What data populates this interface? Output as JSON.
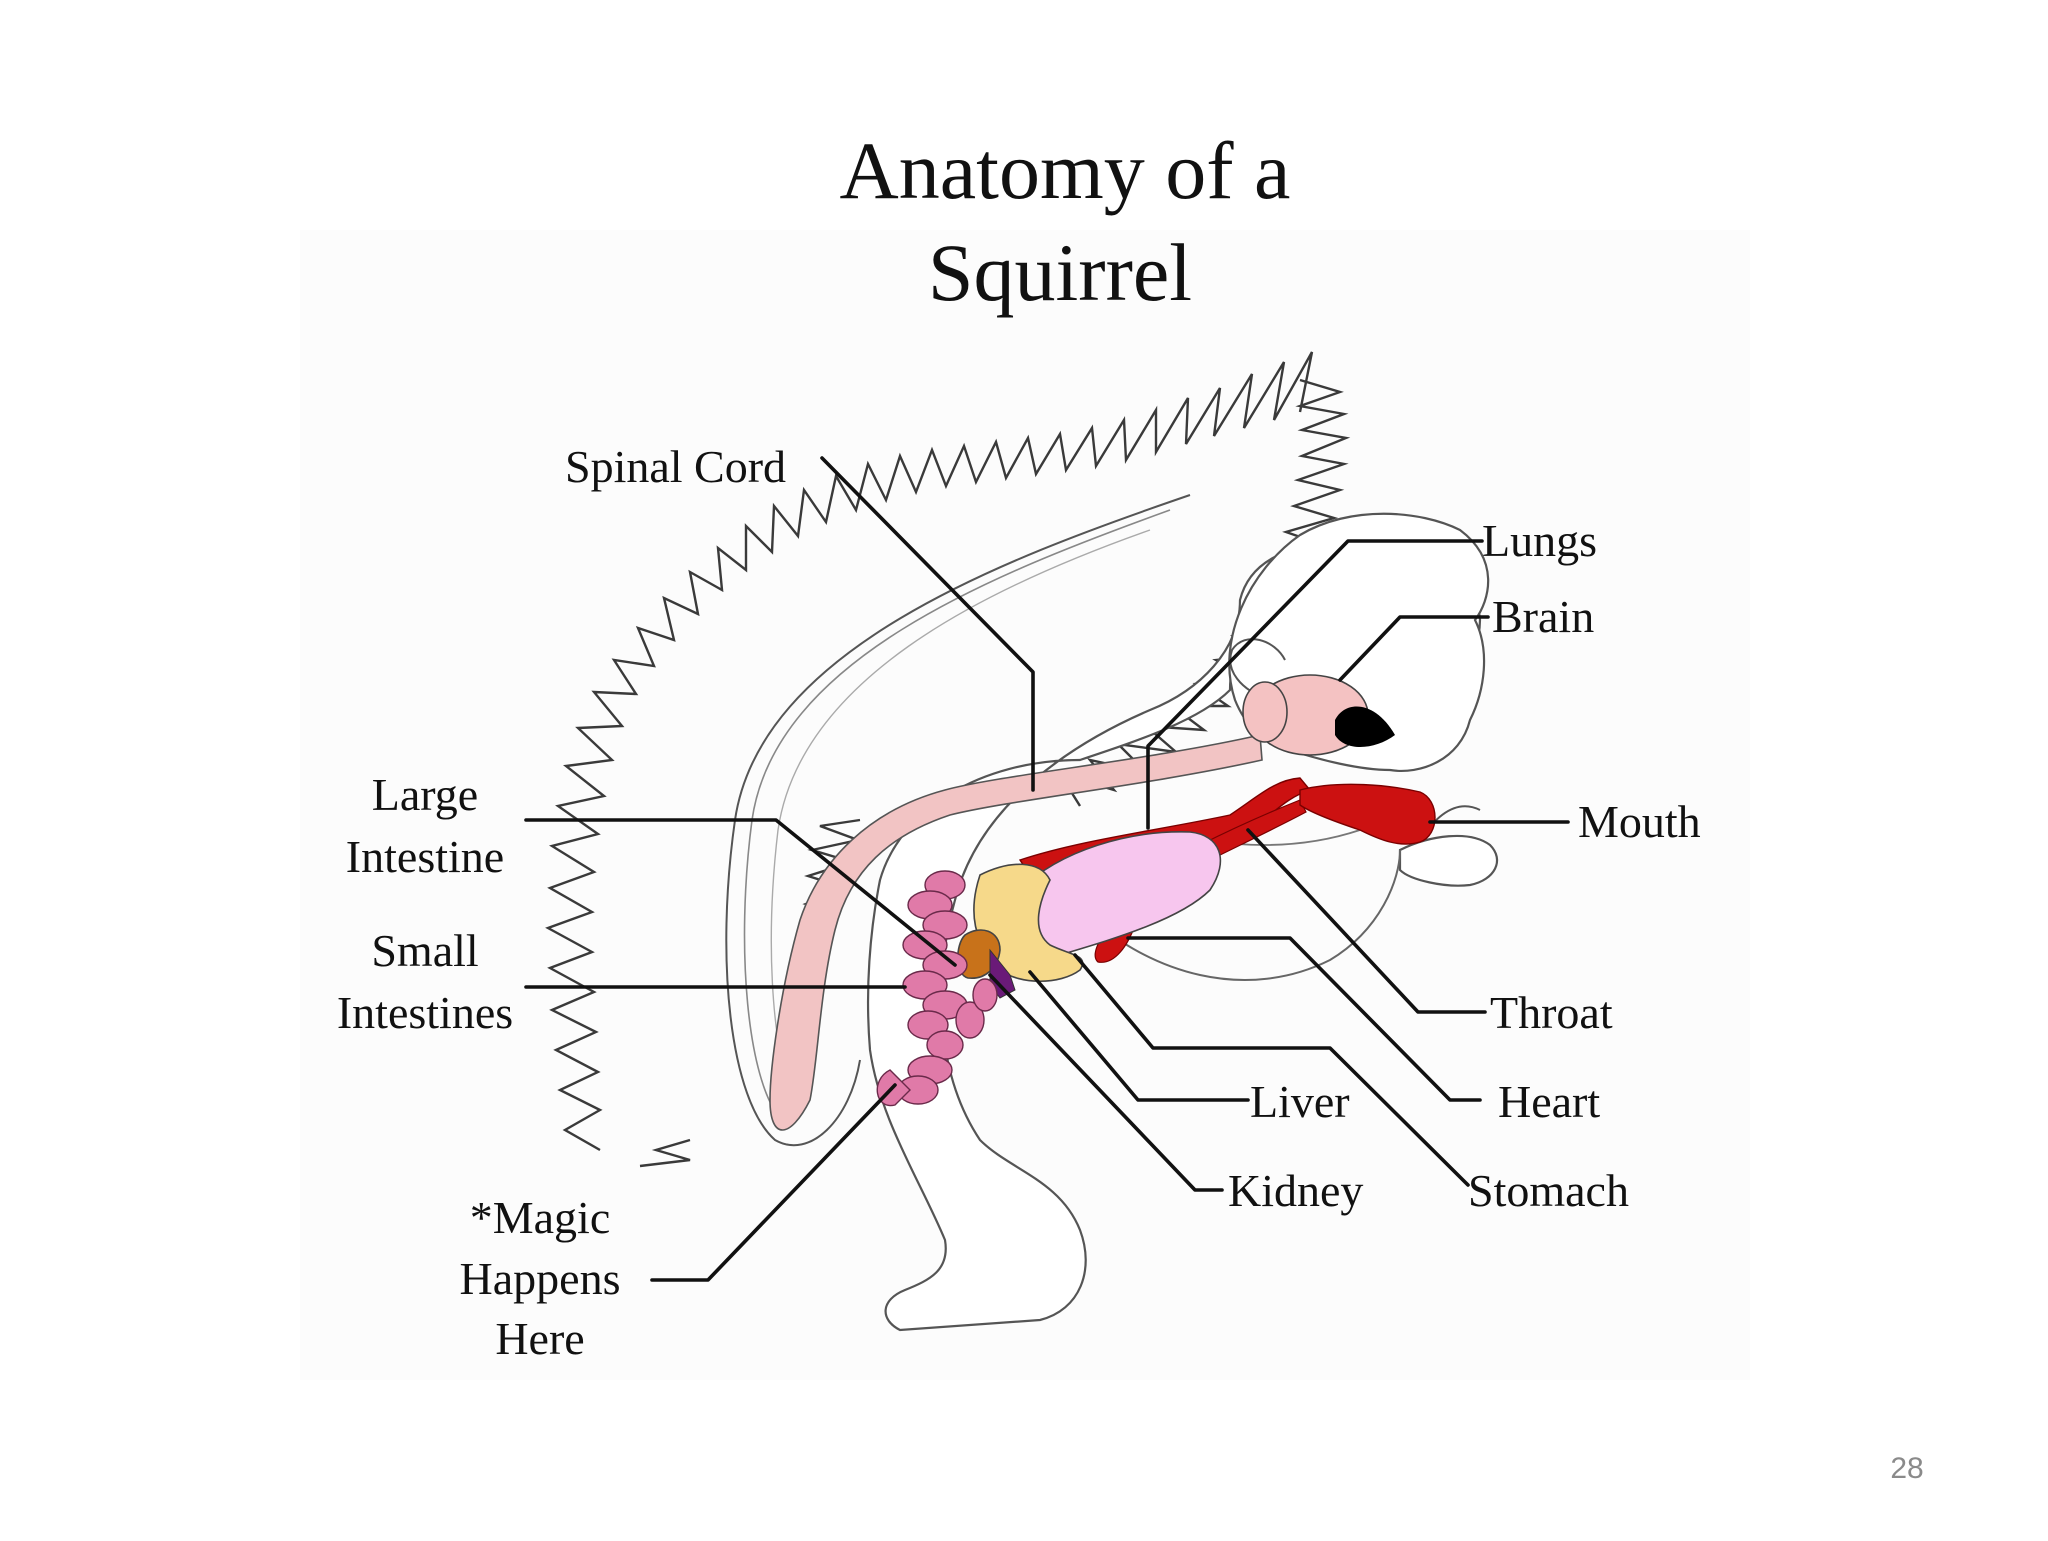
{
  "diagram": {
    "title_line1": "Anatomy of a",
    "title_line2": "Squirrel",
    "labels": {
      "spinal_cord": "Spinal Cord",
      "lungs": "Lungs",
      "brain": "Brain",
      "mouth": "Mouth",
      "large_intestine_1": "Large",
      "large_intestine_2": "Intestine",
      "small_intestines_1": "Small",
      "small_intestines_2": "Intestines",
      "throat": "Throat",
      "heart": "Heart",
      "liver": "Liver",
      "kidney": "Kidney",
      "stomach": "Stomach",
      "magic_1": "*Magic",
      "magic_2": "Happens",
      "magic_3": "Here"
    },
    "colors": {
      "brain": "#f4c2c2",
      "lungs_mouth_heart": "#cc1111",
      "stomach": "#f7c6ee",
      "liver": "#f6d98a",
      "kidney": "#c8721a",
      "small_organ": "#6a1a78",
      "intestines": "#e07aa8",
      "spinal_cord": "#f2c4c4"
    }
  },
  "page": {
    "number": "28"
  }
}
